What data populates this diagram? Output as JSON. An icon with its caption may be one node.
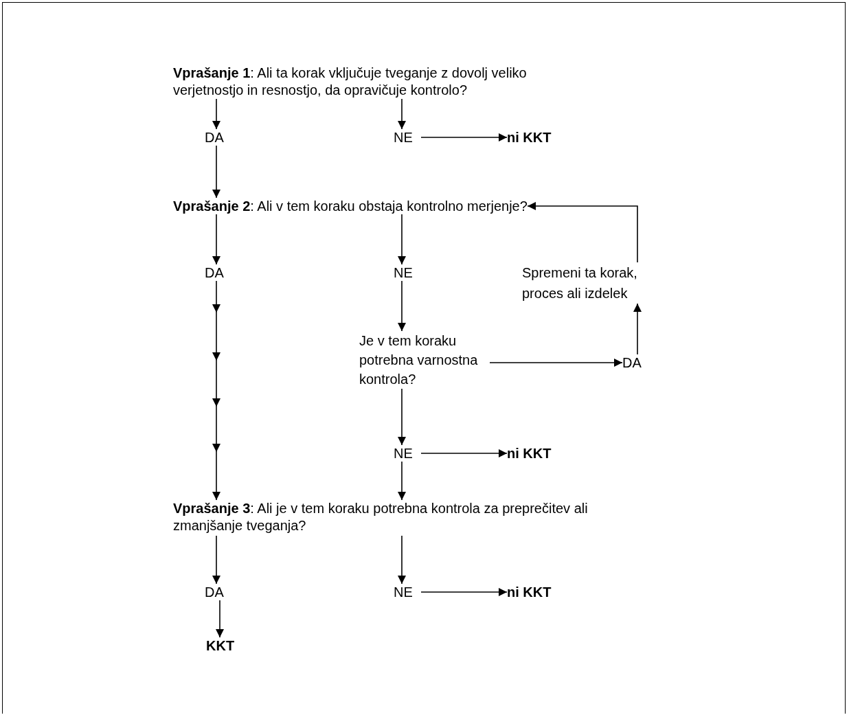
{
  "diagram": {
    "nodes": [
      {
        "text": [
          "**Vprašanje 1**: Ali ta korak vključuje tveganje z dovolj veliko verjetnostjo in resnostjo, da opravičuje kontrolo?"
        ]
      },
      {
        "text": [
          "DA"
        ]
      },
      {
        "text": [
          "NE"
        ]
      },
      {
        "text": [
          "ni KKT"
        ]
      },
      {
        "text": [
          "**Vprašanje 2**: Ali v tem koraku obstaja kontrolno merjenje?"
        ]
      },
      {
        "text": [
          "DA"
        ]
      },
      {
        "text": [
          "NE"
        ]
      },
      {
        "text": [
          "Spremeni ta korak, proces ali izdelek"
        ]
      },
      {
        "text": [
          "Je v tem koraku potrebna varnostna kontrola?"
        ]
      },
      {
        "text": [
          "DA"
        ]
      },
      {
        "text": [
          "NE"
        ]
      },
      {
        "text": [
          "ni KKT"
        ]
      },
      {
        "text": [
          "**Vprašanje 3**: Ali je v tem koraku potrebna kontrola za preprečitev ali zmanjšanje tveganja?"
        ]
      },
      {
        "text": [
          "DA"
        ]
      },
      {
        "text": [
          "NE"
        ]
      },
      {
        "text": [
          "ni KKT"
        ]
      },
      {
        "text": [
          "KKT"
        ]
      }
    ],
    "edges": [
      {
        "from": 0,
        "to": 1,
        "arrow": "to"
      },
      {
        "from": 0,
        "to": 2,
        "arrow": "to"
      },
      {
        "from": 2,
        "to": 3,
        "arrow": "to"
      },
      {
        "from": 1,
        "to": 4,
        "arrow": "to"
      },
      {
        "from": 4,
        "to": 5,
        "arrow": "to"
      },
      {
        "from": 4,
        "to": 6,
        "arrow": "to"
      },
      {
        "from": 6,
        "to": 8,
        "arrow": "to"
      },
      {
        "from": 8,
        "to": 9,
        "arrow": "to"
      },
      {
        "from": 9,
        "to": 7,
        "arrow": "to"
      },
      {
        "from": 7,
        "to": 4,
        "arrow": "to"
      },
      {
        "from": 8,
        "to": 10,
        "arrow": "to"
      },
      {
        "from": 10,
        "to": 11,
        "arrow": "to"
      },
      {
        "from": 10,
        "to": 12,
        "arrow": "to"
      },
      {
        "from": 5,
        "to": 12,
        "arrow": "to"
      },
      {
        "from": 12,
        "to": 13,
        "arrow": "to"
      },
      {
        "from": 12,
        "to": 14,
        "arrow": "to"
      },
      {
        "from": 14,
        "to": 15,
        "arrow": "to"
      },
      {
        "from": 13,
        "to": 16,
        "arrow": "to"
      }
    ]
  }
}
